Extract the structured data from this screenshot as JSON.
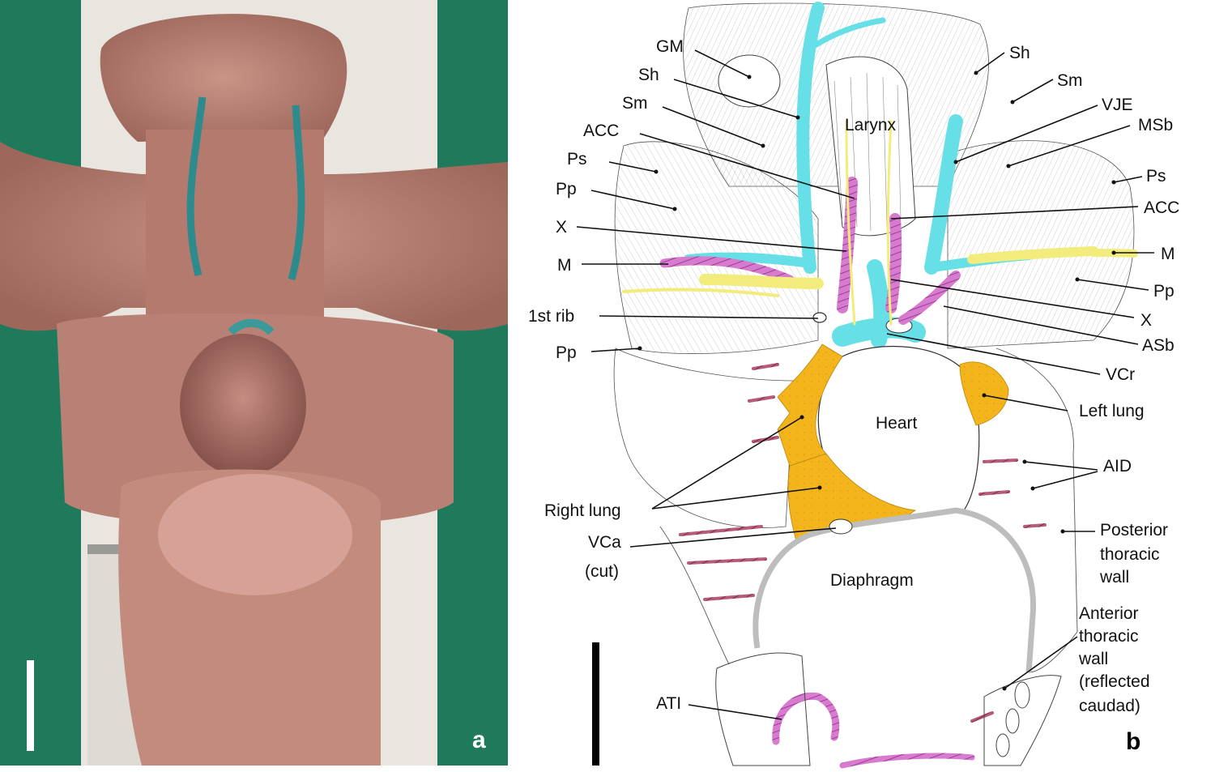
{
  "panels": {
    "a": {
      "letter": "a"
    },
    "b": {
      "letter": "b"
    }
  },
  "colors": {
    "photo_background": "#1f7a5c",
    "tissue": "#b98176",
    "vein_cyan": "#66e0e6",
    "artery_pink": "#d77ad0",
    "nerve_yellow": "#f2ec7c",
    "lung_orange": "#f3b41c",
    "diaphragm_edge": "#bdbdbd",
    "scale_bar_a": "#ffffff",
    "scale_bar_b": "#000000"
  },
  "labels": {
    "gm": "GM",
    "sh_left": "Sh",
    "sm_left": "Sm",
    "acc_left": "ACC",
    "ps_left": "Ps",
    "pp_left_upper": "Pp",
    "x_left": "X",
    "m_left": "M",
    "first_rib": "1st rib",
    "pp_left_lower": "Pp",
    "larynx": "Larynx",
    "sh_right": "Sh",
    "sm_right": "Sm",
    "vje": "VJE",
    "msb": "MSb",
    "ps_right": "Ps",
    "acc_right": "ACC",
    "m_right": "M",
    "pp_right": "Pp",
    "x_right": "X",
    "asb": "ASb",
    "vcr": "VCr",
    "left_lung": "Left lung",
    "heart": "Heart",
    "aid": "AID",
    "right_lung": "Right lung",
    "vca_1": "VCa",
    "vca_2": "(cut)",
    "posterior_1": "Posterior",
    "posterior_2": "thoracic",
    "posterior_3": "wall",
    "diaphragm": "Diaphragm",
    "anterior_1": "Anterior",
    "anterior_2": "thoracic",
    "anterior_3": "wall",
    "anterior_4": "(reflected",
    "anterior_5": "caudad)",
    "ati": "ATI"
  }
}
